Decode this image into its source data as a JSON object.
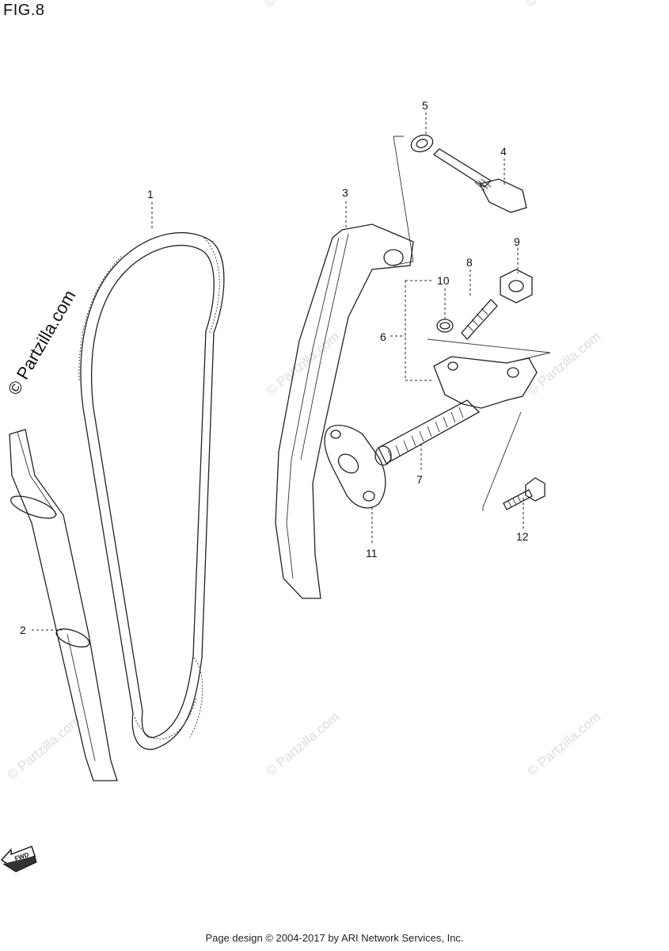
{
  "title": "FIG.8",
  "footer": "Page design © 2004-2017 by ARI Network Services, Inc.",
  "side_watermark": "© Partzilla.com",
  "watermark": "© Partzilla.com",
  "fwd_label": "FWD",
  "callouts": [
    "1",
    "2",
    "3",
    "4",
    "5",
    "6",
    "7",
    "8",
    "9",
    "10",
    "11",
    "12"
  ]
}
